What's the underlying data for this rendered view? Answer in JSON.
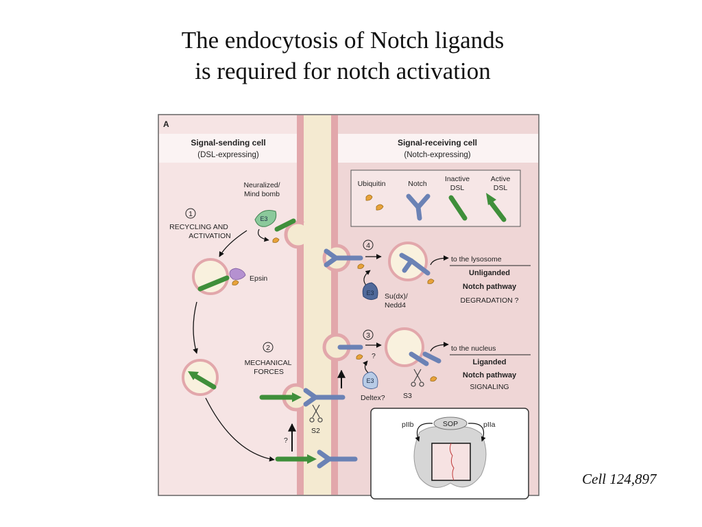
{
  "title": {
    "line1": "The endocytosis of Notch ligands",
    "line2": "is required for notch activation"
  },
  "citation": "Cell 124,897",
  "figure": {
    "panel_label": "A",
    "sending_cell": {
      "title": "Signal-sending cell",
      "subtitle": "(DSL-expressing)"
    },
    "receiving_cell": {
      "title": "Signal-receiving cell",
      "subtitle": "(Notch-expressing)"
    },
    "legend": {
      "ubiquitin": "Ubiquitin",
      "notch": "Notch",
      "inactive_dsl_1": "Inactive",
      "inactive_dsl_2": "DSL",
      "active_dsl_1": "Active",
      "active_dsl_2": "DSL"
    },
    "neuralized_1": "Neuralized/",
    "neuralized_2": "Mind bomb",
    "e3": "E3",
    "step1_num": "1",
    "step1_label_1": "RECYCLING AND",
    "step1_label_2": "ACTIVATION",
    "epsin": "Epsin",
    "step2_num": "2",
    "step2_label_1": "MECHANICAL",
    "step2_label_2": "FORCES",
    "s2": "S2",
    "question": "?",
    "step4_num": "4",
    "to_lysosome": "to the lysosome",
    "unliganded_1": "Unliganded",
    "unliganded_2": "Notch pathway",
    "degradation": "DEGRADATION ?",
    "sudx_1": "Su(dx)/",
    "sudx_2": "Nedd4",
    "step3_num": "3",
    "to_nucleus": "to the nucleus",
    "liganded_1": "Liganded",
    "liganded_2": "Notch pathway",
    "signaling": "SIGNALING",
    "deltex": "Deltex?",
    "s3": "S3",
    "inset": {
      "sop": "SOP",
      "piib": "pIIb",
      "piia": "pIIa"
    }
  }
}
